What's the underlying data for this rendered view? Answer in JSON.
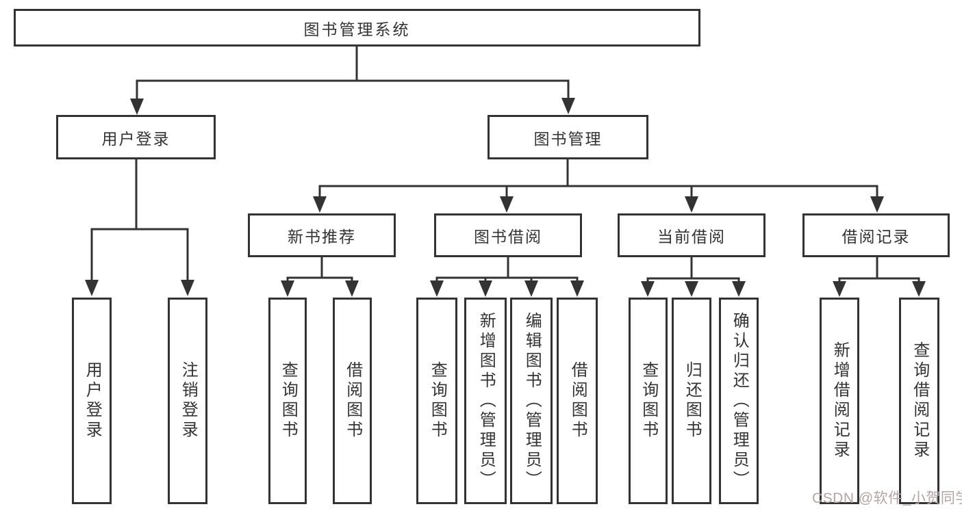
{
  "title": "图书管理系统",
  "user_login": {
    "label": "用户登录",
    "leaves": [
      {
        "label": "用户登录"
      },
      {
        "label": "注销登录"
      }
    ]
  },
  "book_mgmt": {
    "label": "图书管理",
    "groups": [
      {
        "label": "新书推荐",
        "leaves": [
          {
            "label": "查询图书"
          },
          {
            "label": "借阅图书"
          }
        ]
      },
      {
        "label": "图书借阅",
        "leaves": [
          {
            "label": "查询图书"
          },
          {
            "label": "新增图书（管理员）"
          },
          {
            "label": "编辑图书（管理员）"
          },
          {
            "label": "借阅图书"
          }
        ]
      },
      {
        "label": "当前借阅",
        "leaves": [
          {
            "label": "查询图书"
          },
          {
            "label": "归还图书"
          },
          {
            "label": "确认归还（管理员）"
          }
        ]
      },
      {
        "label": "借阅记录",
        "leaves": [
          {
            "label": "新增借阅记录"
          },
          {
            "label": "查询借阅记录"
          }
        ]
      }
    ]
  },
  "watermark": "CSDN @软件_小贺同学",
  "colors": {
    "line": "#333333",
    "border": "#333333",
    "text": "#333333",
    "background": "#ffffff",
    "watermark": "#b5a4a4"
  }
}
